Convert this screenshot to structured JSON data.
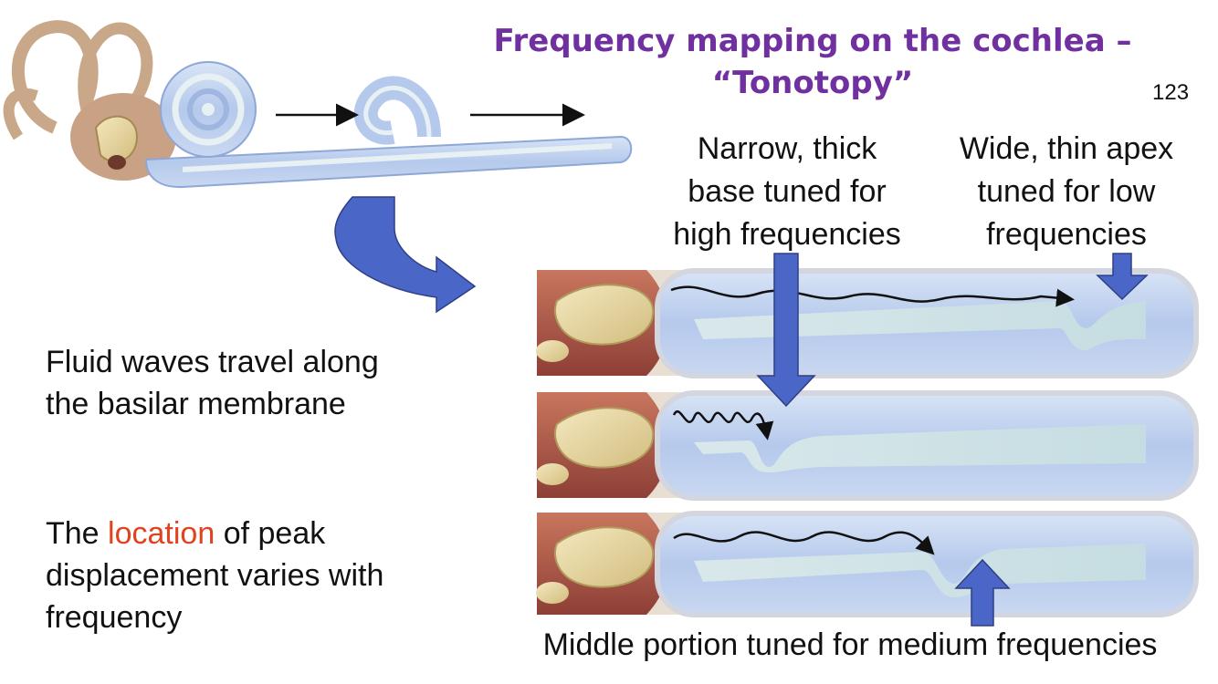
{
  "page_number": "123",
  "title": {
    "line1": "Frequency mapping on the cochlea –",
    "line2": "“Tonotopy”"
  },
  "labels": {
    "base": [
      "Narrow, thick",
      "base tuned for",
      "high frequencies"
    ],
    "apex": [
      "Wide, thin apex",
      "tuned for low",
      "frequencies"
    ],
    "middle": "Middle portion tuned for medium frequencies"
  },
  "body": {
    "fluid": [
      "Fluid waves travel along",
      "the basilar membrane"
    ],
    "location_before": "The ",
    "location_accent": "location",
    "location_after": " of peak",
    "location_lines": [
      "displacement varies with",
      "frequency"
    ]
  },
  "colors": {
    "title": "#7030a0",
    "accent": "#e0431e",
    "arrow_blue": "#4a66c7",
    "tube_blue": "#bcd0ef",
    "membrane": "#cfe1e6",
    "bone": "#e9d9a6",
    "tissue": "#b0564a"
  }
}
